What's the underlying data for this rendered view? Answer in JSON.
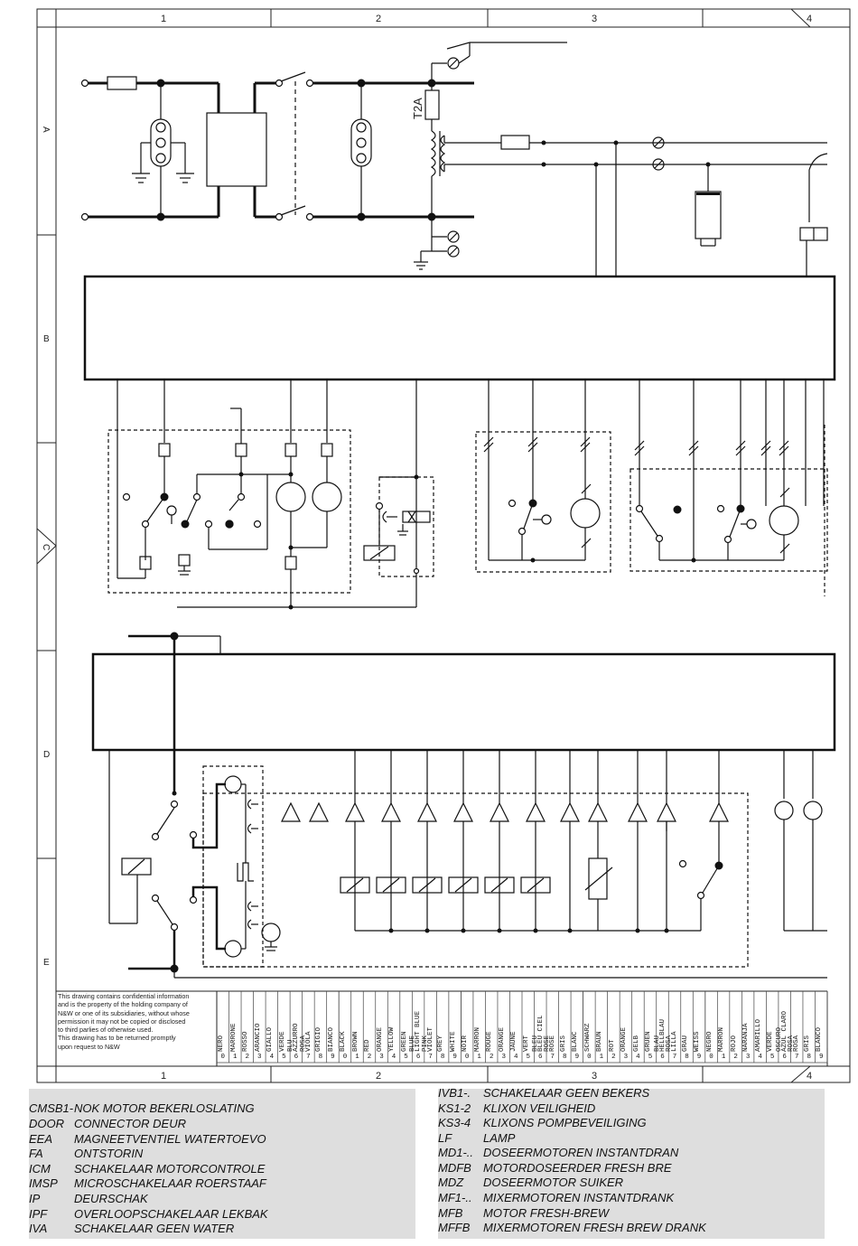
{
  "frame": {
    "column_numbers": [
      "1",
      "2",
      "3",
      "4"
    ],
    "row_letters": [
      "A",
      "B",
      "C",
      "D",
      "E"
    ]
  },
  "fuse_label": "T2A",
  "disclaimer": [
    "This drawing contains confidential information",
    "and is the property of the holding company of",
    "N&W or one of its subsidiaries, without whose",
    "permission it may not be copied or disclosed",
    "to third parlies of otherwise used.",
    "This drawing has to be returned promptly",
    "upon request to N&W"
  ],
  "wire_colors": [
    {
      "num": "0",
      "names": [
        "NERO"
      ]
    },
    {
      "num": "1",
      "names": [
        "MARRONE"
      ]
    },
    {
      "num": "2",
      "names": [
        "ROSSO"
      ]
    },
    {
      "num": "3",
      "names": [
        "ARANCIO"
      ]
    },
    {
      "num": "4",
      "names": [
        "GIALLO"
      ]
    },
    {
      "num": "5",
      "names": [
        "VERDE"
      ]
    },
    {
      "num": "6",
      "names": [
        "BLU",
        "AZZURRO"
      ]
    },
    {
      "num": "7",
      "names": [
        "ROSA",
        "VIOLA"
      ]
    },
    {
      "num": "8",
      "names": [
        "GRIGIO"
      ]
    },
    {
      "num": "9",
      "names": [
        "BIANCO"
      ]
    },
    {
      "num": "0",
      "names": [
        "BLACK"
      ]
    },
    {
      "num": "1",
      "names": [
        "BROWN"
      ]
    },
    {
      "num": "2",
      "names": [
        "RED"
      ]
    },
    {
      "num": "3",
      "names": [
        "ORANGE"
      ]
    },
    {
      "num": "4",
      "names": [
        "YELLOW"
      ]
    },
    {
      "num": "5",
      "names": [
        "GREEN"
      ]
    },
    {
      "num": "6",
      "names": [
        "BLUE",
        "LIGHT BLUE"
      ]
    },
    {
      "num": "7",
      "names": [
        "PINK",
        "VIOLET"
      ]
    },
    {
      "num": "8",
      "names": [
        "GREY"
      ]
    },
    {
      "num": "9",
      "names": [
        "WHITE"
      ]
    },
    {
      "num": "0",
      "names": [
        "NOIR"
      ]
    },
    {
      "num": "1",
      "names": [
        "MARRON"
      ]
    },
    {
      "num": "2",
      "names": [
        "ROUGE"
      ]
    },
    {
      "num": "3",
      "names": [
        "ORANGE"
      ]
    },
    {
      "num": "4",
      "names": [
        "JAUNE"
      ]
    },
    {
      "num": "5",
      "names": [
        "VERT"
      ]
    },
    {
      "num": "6",
      "names": [
        "BLEU",
        "BLEU CIEL"
      ]
    },
    {
      "num": "7",
      "names": [
        "ROSE",
        "ROSE"
      ]
    },
    {
      "num": "8",
      "names": [
        "GRIS"
      ]
    },
    {
      "num": "9",
      "names": [
        "BLANC"
      ]
    },
    {
      "num": "0",
      "names": [
        "SCHWARZ"
      ]
    },
    {
      "num": "1",
      "names": [
        "BRAUN"
      ]
    },
    {
      "num": "2",
      "names": [
        "ROT"
      ]
    },
    {
      "num": "3",
      "names": [
        "ORANGE"
      ]
    },
    {
      "num": "4",
      "names": [
        "GELB"
      ]
    },
    {
      "num": "5",
      "names": [
        "GRUEN"
      ]
    },
    {
      "num": "6",
      "names": [
        "BLAU",
        "HELLBLAU"
      ]
    },
    {
      "num": "7",
      "names": [
        "ROSA",
        "LILLA"
      ]
    },
    {
      "num": "8",
      "names": [
        "GRAU"
      ]
    },
    {
      "num": "9",
      "names": [
        "WEISS"
      ]
    },
    {
      "num": "0",
      "names": [
        "NEGRO"
      ]
    },
    {
      "num": "1",
      "names": [
        "MARRON"
      ]
    },
    {
      "num": "2",
      "names": [
        "ROJO"
      ]
    },
    {
      "num": "3",
      "names": [
        "NARANJA"
      ]
    },
    {
      "num": "4",
      "names": [
        "AMARILLO"
      ]
    },
    {
      "num": "5",
      "names": [
        "VERDE"
      ]
    },
    {
      "num": "6",
      "names": [
        "OSCURO",
        "AZUL CLARO"
      ]
    },
    {
      "num": "7",
      "names": [
        "ROSA",
        "ROSA"
      ]
    },
    {
      "num": "8",
      "names": [
        "GRIS"
      ]
    },
    {
      "num": "9",
      "names": [
        "BLANCO"
      ]
    }
  ],
  "legend_left": [
    {
      "code": "CMSB1-",
      "desc": "NOK MOTOR BEKERLOSLATING"
    },
    {
      "code": "DOOR",
      "desc": "CONNECTOR DEUR"
    },
    {
      "code": "EEA",
      "desc": "MAGNEETVENTIEL WATERTOEVO"
    },
    {
      "code": "FA",
      "desc": "ONTSTORIN"
    },
    {
      "code": "ICM",
      "desc": "SCHAKELAAR MOTORCONTROLE"
    },
    {
      "code": "IMSP",
      "desc": "MICROSCHAKELAAR ROERSTAAF"
    },
    {
      "code": "IP",
      "desc": "DEURSCHAK"
    },
    {
      "code": "IPF",
      "desc": "OVERLOOPSCHAKELAAR LEKBAK"
    },
    {
      "code": "IVA",
      "desc": "SCHAKELAAR GEEN WATER"
    }
  ],
  "legend_right": [
    {
      "code": "IVB1-.",
      "desc": "SCHAKELAAR GEEN BEKERS"
    },
    {
      "code": "KS1-2",
      "desc": "KLIXON VEILIGHEID"
    },
    {
      "code": "KS3-4",
      "desc": "KLIXONS POMPBEVEILIGING"
    },
    {
      "code": "LF",
      "desc": "LAMP"
    },
    {
      "code": "MD1-..",
      "desc": "DOSEERMOTOREN INSTANTDRAN"
    },
    {
      "code": "MDFB",
      "desc": "MOTORDOSEERDER FRESH BRE"
    },
    {
      "code": "MDZ",
      "desc": "DOSEERMOTOR SUIKER"
    },
    {
      "code": "MF1-..",
      "desc": "MIXERMOTOREN INSTANTDRANK"
    },
    {
      "code": "MFB",
      "desc": "MOTOR FRESH-BREW"
    },
    {
      "code": "MFFB",
      "desc": "MIXERMOTOREN FRESH BREW DRANK"
    }
  ]
}
